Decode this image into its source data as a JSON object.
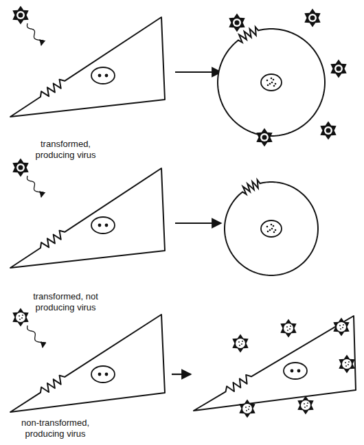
{
  "diagram": {
    "labels": [
      "transformed, producing virus",
      "transformed, not producing virus",
      "non-transformed, producing virus"
    ]
  }
}
